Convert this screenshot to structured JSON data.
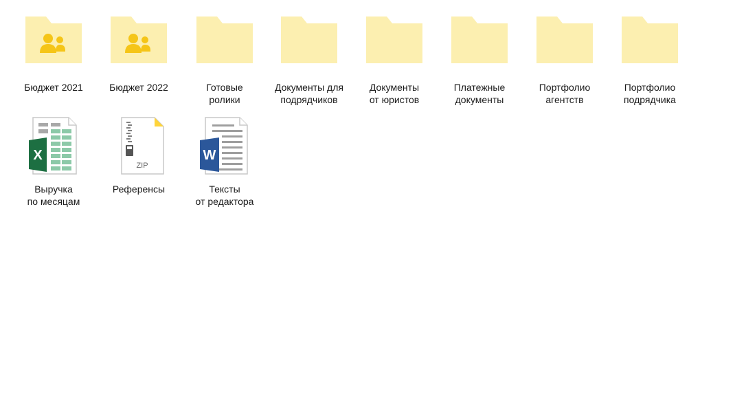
{
  "colors": {
    "folder": "#FCEFB0",
    "folder_shared_badge": "#F5C518",
    "excel_green": "#1D6F42",
    "word_blue": "#2B579A",
    "zip_tag": "#FFD43B",
    "doc_border": "#C8C8C8"
  },
  "folders": [
    {
      "label": "Бюджет 2021",
      "icon": "shared-folder-icon",
      "shared": true
    },
    {
      "label": "Бюджет 2022",
      "icon": "shared-folder-icon",
      "shared": true
    },
    {
      "label": "Готовые\nролики",
      "icon": "folder-icon",
      "shared": false
    },
    {
      "label": "Документы для\nподрядчиков",
      "icon": "folder-icon",
      "shared": false
    },
    {
      "label": "Документы\nот юристов",
      "icon": "folder-icon",
      "shared": false
    },
    {
      "label": "Платежные\nдокументы",
      "icon": "folder-icon",
      "shared": false
    },
    {
      "label": "Портфолио\nагентств",
      "icon": "folder-icon",
      "shared": false
    },
    {
      "label": "Портфолио\nподрядчика",
      "icon": "folder-icon",
      "shared": false
    }
  ],
  "files": [
    {
      "label": "Выручка\nпо месяцам",
      "icon": "excel-file-icon",
      "badge_letter": "X"
    },
    {
      "label": "Референсы",
      "icon": "zip-archive-icon",
      "badge_text": "ZIP"
    },
    {
      "label": "Тексты\nот редактора",
      "icon": "word-file-icon",
      "badge_letter": "W"
    }
  ]
}
